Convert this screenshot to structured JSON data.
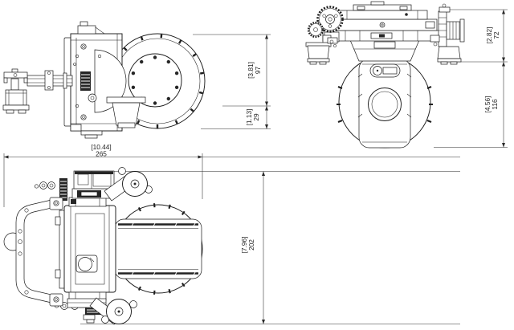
{
  "drawing": {
    "background_color": "#ffffff",
    "line_color": "#1b1b1b",
    "dimensions": {
      "side_view": {
        "upper_in": "[3.81]",
        "upper_mm": "97",
        "lower_in": "[1.13]",
        "lower_mm": "29"
      },
      "front_view": {
        "upper_in": "[2.82]",
        "upper_mm": "72",
        "lower_in": "[4.56]",
        "lower_mm": "116"
      },
      "top_view": {
        "width_in": "[10.44]",
        "width_mm": "265",
        "depth_in": "[7.96]",
        "depth_mm": "202"
      }
    }
  }
}
